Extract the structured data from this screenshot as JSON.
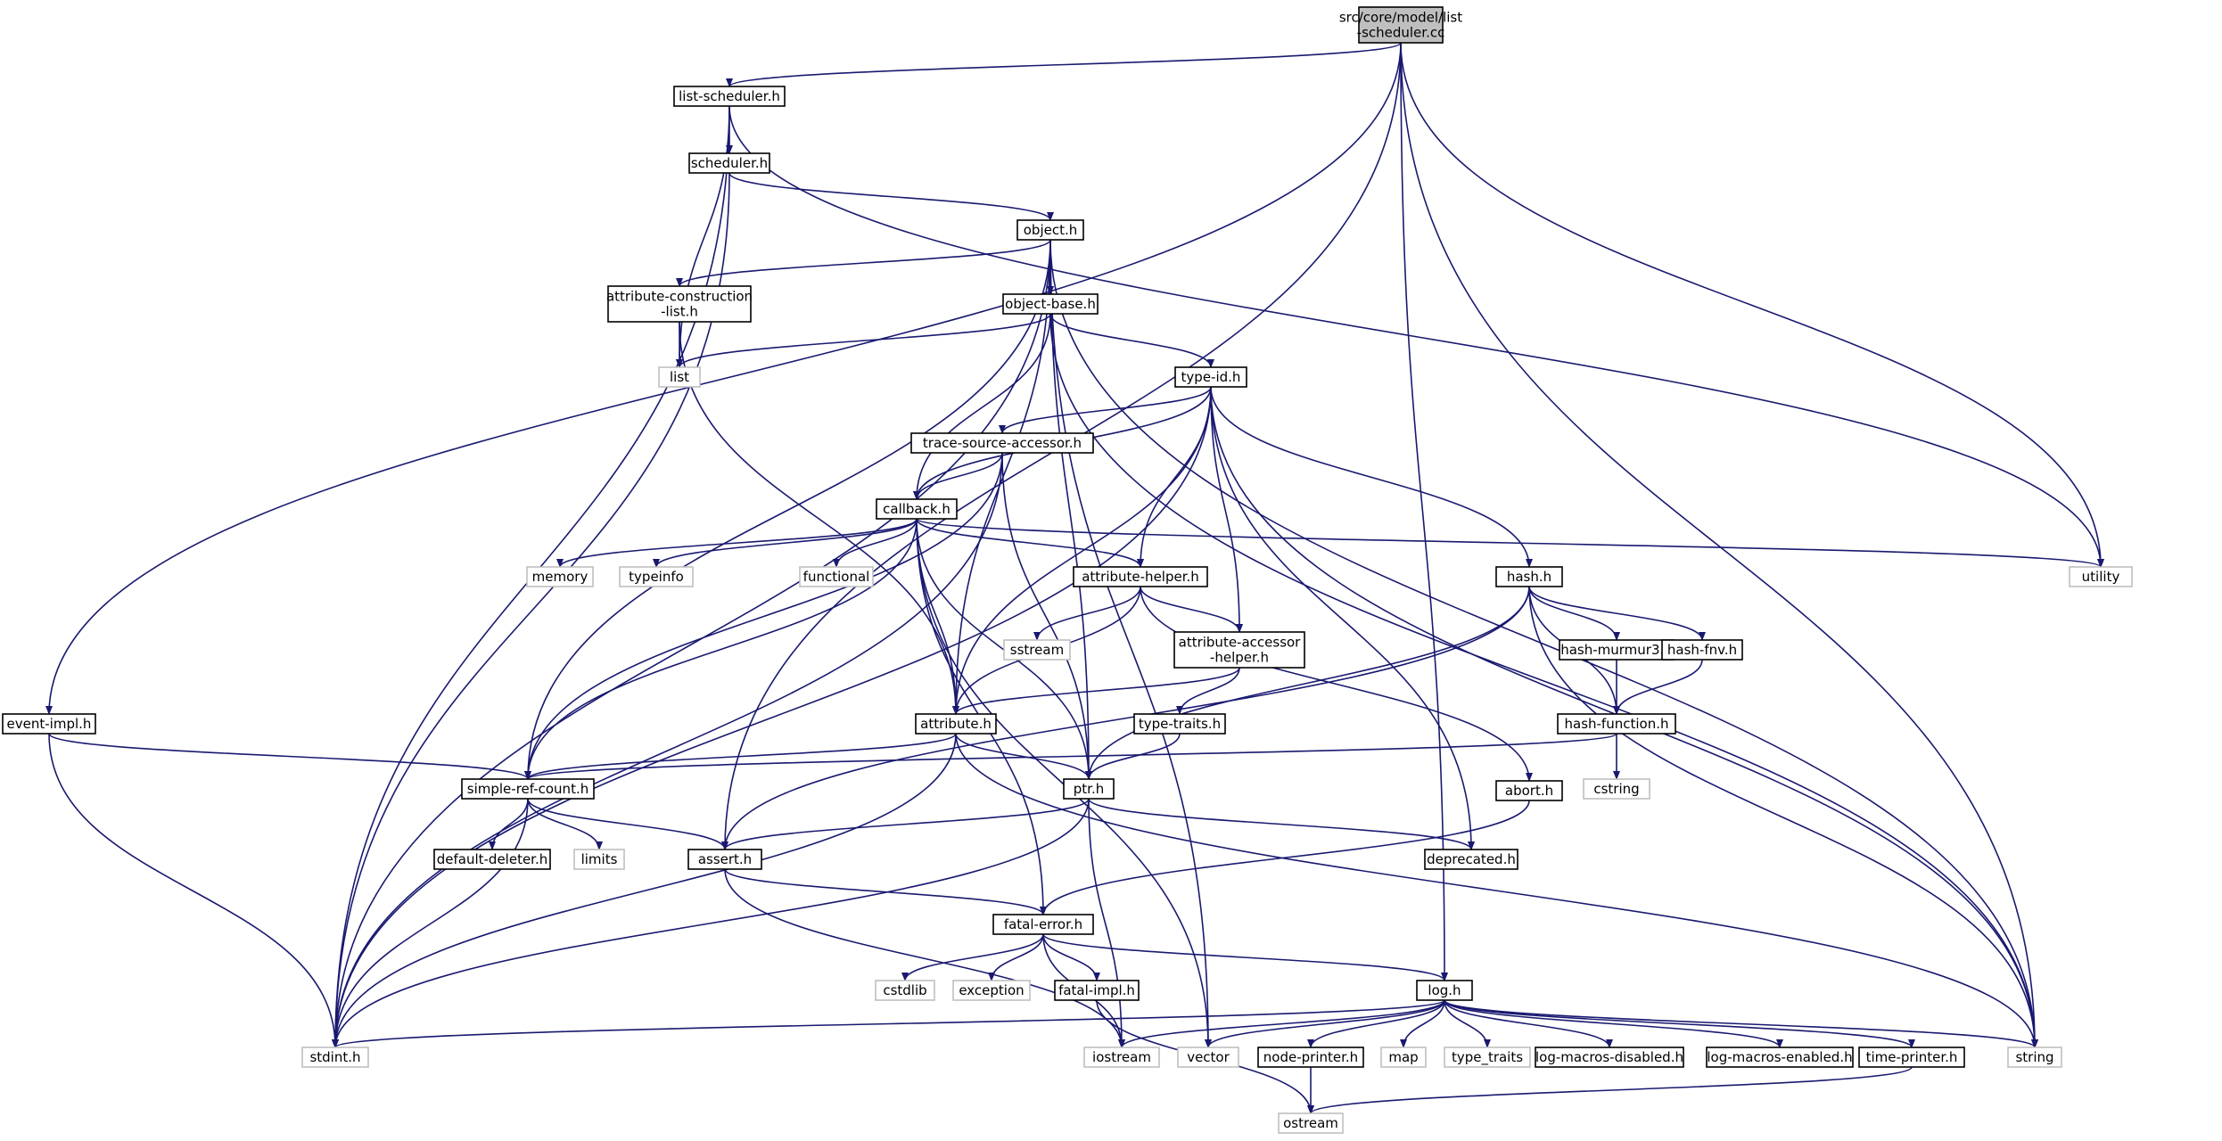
{
  "graph": {
    "colors": {
      "edge": "#191970",
      "local_box": "#000000",
      "system_box": "#bfbfbf",
      "root_fill": "#bfbfbf"
    },
    "nodes": [
      {
        "id": "root",
        "kind": "root",
        "lines": [
          "src/core/model/list",
          "-scheduler.cc"
        ]
      },
      {
        "id": "list_sched",
        "kind": "local",
        "lines": [
          "list-scheduler.h"
        ]
      },
      {
        "id": "scheduler",
        "kind": "local",
        "lines": [
          "scheduler.h"
        ]
      },
      {
        "id": "object",
        "kind": "local",
        "lines": [
          "object.h"
        ]
      },
      {
        "id": "attr_constr",
        "kind": "local",
        "lines": [
          "attribute-construction",
          "-list.h"
        ]
      },
      {
        "id": "object_base",
        "kind": "local",
        "lines": [
          "object-base.h"
        ]
      },
      {
        "id": "list",
        "kind": "system",
        "lines": [
          "list"
        ]
      },
      {
        "id": "type_id",
        "kind": "local",
        "lines": [
          "type-id.h"
        ]
      },
      {
        "id": "trace_src",
        "kind": "local",
        "lines": [
          "trace-source-accessor.h"
        ]
      },
      {
        "id": "callback",
        "kind": "local",
        "lines": [
          "callback.h"
        ]
      },
      {
        "id": "memory",
        "kind": "system",
        "lines": [
          "memory"
        ]
      },
      {
        "id": "typeinfo",
        "kind": "system",
        "lines": [
          "typeinfo"
        ]
      },
      {
        "id": "functional",
        "kind": "system",
        "lines": [
          "functional"
        ]
      },
      {
        "id": "attr_helper",
        "kind": "local",
        "lines": [
          "attribute-helper.h"
        ]
      },
      {
        "id": "hash",
        "kind": "local",
        "lines": [
          "hash.h"
        ]
      },
      {
        "id": "utility",
        "kind": "system",
        "lines": [
          "utility"
        ]
      },
      {
        "id": "sstream",
        "kind": "system",
        "lines": [
          "sstream"
        ]
      },
      {
        "id": "attr_acc",
        "kind": "local",
        "lines": [
          "attribute-accessor",
          "-helper.h"
        ]
      },
      {
        "id": "hash_murmur",
        "kind": "local",
        "lines": [
          "hash-murmur3.h"
        ]
      },
      {
        "id": "hash_fnv",
        "kind": "local",
        "lines": [
          "hash-fnv.h"
        ]
      },
      {
        "id": "event_impl",
        "kind": "local",
        "lines": [
          "event-impl.h"
        ]
      },
      {
        "id": "attribute",
        "kind": "local",
        "lines": [
          "attribute.h"
        ]
      },
      {
        "id": "type_traits_h",
        "kind": "local",
        "lines": [
          "type-traits.h"
        ]
      },
      {
        "id": "hash_function",
        "kind": "local",
        "lines": [
          "hash-function.h"
        ]
      },
      {
        "id": "simple_ref",
        "kind": "local",
        "lines": [
          "simple-ref-count.h"
        ]
      },
      {
        "id": "ptr",
        "kind": "local",
        "lines": [
          "ptr.h"
        ]
      },
      {
        "id": "abort",
        "kind": "local",
        "lines": [
          "abort.h"
        ]
      },
      {
        "id": "cstring",
        "kind": "system",
        "lines": [
          "cstring"
        ]
      },
      {
        "id": "default_deleter",
        "kind": "local",
        "lines": [
          "default-deleter.h"
        ]
      },
      {
        "id": "limits",
        "kind": "system",
        "lines": [
          "limits"
        ]
      },
      {
        "id": "assert",
        "kind": "local",
        "lines": [
          "assert.h"
        ]
      },
      {
        "id": "deprecated",
        "kind": "local",
        "lines": [
          "deprecated.h"
        ]
      },
      {
        "id": "fatal_error",
        "kind": "local",
        "lines": [
          "fatal-error.h"
        ]
      },
      {
        "id": "cstdlib",
        "kind": "system",
        "lines": [
          "cstdlib"
        ]
      },
      {
        "id": "exception",
        "kind": "system",
        "lines": [
          "exception"
        ]
      },
      {
        "id": "fatal_impl",
        "kind": "local",
        "lines": [
          "fatal-impl.h"
        ]
      },
      {
        "id": "log",
        "kind": "local",
        "lines": [
          "log.h"
        ]
      },
      {
        "id": "stdint",
        "kind": "system",
        "lines": [
          "stdint.h"
        ]
      },
      {
        "id": "iostream",
        "kind": "system",
        "lines": [
          "iostream"
        ]
      },
      {
        "id": "vector",
        "kind": "system",
        "lines": [
          "vector"
        ]
      },
      {
        "id": "node_printer",
        "kind": "local",
        "lines": [
          "node-printer.h"
        ]
      },
      {
        "id": "map",
        "kind": "system",
        "lines": [
          "map"
        ]
      },
      {
        "id": "type_traits",
        "kind": "system",
        "lines": [
          "type_traits"
        ]
      },
      {
        "id": "log_dis",
        "kind": "local",
        "lines": [
          "log-macros-disabled.h"
        ]
      },
      {
        "id": "log_en",
        "kind": "local",
        "lines": [
          "log-macros-enabled.h"
        ]
      },
      {
        "id": "time_printer",
        "kind": "local",
        "lines": [
          "time-printer.h"
        ]
      },
      {
        "id": "string",
        "kind": "system",
        "lines": [
          "string"
        ]
      },
      {
        "id": "ostream",
        "kind": "system",
        "lines": [
          "ostream"
        ]
      }
    ],
    "edges": [
      [
        "root",
        "list_sched"
      ],
      [
        "root",
        "event_impl"
      ],
      [
        "root",
        "assert"
      ],
      [
        "root",
        "utility"
      ],
      [
        "root",
        "log"
      ],
      [
        "root",
        "string"
      ],
      [
        "list_sched",
        "scheduler"
      ],
      [
        "list_sched",
        "list"
      ],
      [
        "list_sched",
        "stdint"
      ],
      [
        "list_sched",
        "utility"
      ],
      [
        "scheduler",
        "object"
      ],
      [
        "scheduler",
        "stdint"
      ],
      [
        "object",
        "attr_constr"
      ],
      [
        "object",
        "object_base"
      ],
      [
        "object",
        "simple_ref"
      ],
      [
        "object",
        "stdint"
      ],
      [
        "object",
        "attribute"
      ],
      [
        "object",
        "ptr"
      ],
      [
        "object",
        "vector"
      ],
      [
        "object",
        "string"
      ],
      [
        "attr_constr",
        "list"
      ],
      [
        "attr_constr",
        "attribute"
      ],
      [
        "object_base",
        "list"
      ],
      [
        "object_base",
        "type_id"
      ],
      [
        "object_base",
        "callback"
      ],
      [
        "object_base",
        "string"
      ],
      [
        "type_id",
        "trace_src"
      ],
      [
        "type_id",
        "callback"
      ],
      [
        "type_id",
        "attr_helper"
      ],
      [
        "type_id",
        "attr_acc"
      ],
      [
        "type_id",
        "attribute"
      ],
      [
        "type_id",
        "hash"
      ],
      [
        "type_id",
        "deprecated"
      ],
      [
        "type_id",
        "stdint"
      ],
      [
        "type_id",
        "string"
      ],
      [
        "trace_src",
        "callback"
      ],
      [
        "trace_src",
        "ptr"
      ],
      [
        "trace_src",
        "simple_ref"
      ],
      [
        "trace_src",
        "stdint"
      ],
      [
        "callback",
        "memory"
      ],
      [
        "callback",
        "typeinfo"
      ],
      [
        "callback",
        "functional"
      ],
      [
        "callback",
        "attr_helper"
      ],
      [
        "callback",
        "attribute"
      ],
      [
        "callback",
        "ptr"
      ],
      [
        "callback",
        "simple_ref"
      ],
      [
        "callback",
        "fatal_error"
      ],
      [
        "callback",
        "vector"
      ],
      [
        "callback",
        "utility"
      ],
      [
        "attr_helper",
        "sstream"
      ],
      [
        "attr_helper",
        "attr_acc"
      ],
      [
        "attr_helper",
        "attribute"
      ],
      [
        "attr_helper",
        "abort"
      ],
      [
        "attr_acc",
        "attribute"
      ],
      [
        "attr_acc",
        "type_traits_h"
      ],
      [
        "hash",
        "hash_murmur"
      ],
      [
        "hash",
        "hash_fnv"
      ],
      [
        "hash",
        "hash_function"
      ],
      [
        "hash",
        "ptr"
      ],
      [
        "hash",
        "assert"
      ],
      [
        "hash",
        "string"
      ],
      [
        "hash_murmur",
        "hash_function"
      ],
      [
        "hash_fnv",
        "hash_function"
      ],
      [
        "hash_function",
        "simple_ref"
      ],
      [
        "hash_function",
        "cstring"
      ],
      [
        "event_impl",
        "simple_ref"
      ],
      [
        "event_impl",
        "stdint"
      ],
      [
        "attribute",
        "simple_ref"
      ],
      [
        "attribute",
        "ptr"
      ],
      [
        "attribute",
        "stdint"
      ],
      [
        "attribute",
        "string"
      ],
      [
        "type_traits_h",
        "ptr"
      ],
      [
        "simple_ref",
        "default_deleter"
      ],
      [
        "simple_ref",
        "limits"
      ],
      [
        "simple_ref",
        "assert"
      ],
      [
        "simple_ref",
        "stdint"
      ],
      [
        "ptr",
        "assert"
      ],
      [
        "ptr",
        "deprecated"
      ],
      [
        "ptr",
        "iostream"
      ],
      [
        "ptr",
        "stdint"
      ],
      [
        "abort",
        "fatal_error"
      ],
      [
        "assert",
        "fatal_error"
      ],
      [
        "assert",
        "iostream"
      ],
      [
        "fatal_error",
        "cstdlib"
      ],
      [
        "fatal_error",
        "exception"
      ],
      [
        "fatal_error",
        "fatal_impl"
      ],
      [
        "fatal_error",
        "log"
      ],
      [
        "fatal_error",
        "iostream"
      ],
      [
        "fatal_impl",
        "ostream"
      ],
      [
        "log",
        "stdint"
      ],
      [
        "log",
        "iostream"
      ],
      [
        "log",
        "vector"
      ],
      [
        "log",
        "node_printer"
      ],
      [
        "log",
        "map"
      ],
      [
        "log",
        "type_traits"
      ],
      [
        "log",
        "log_dis"
      ],
      [
        "log",
        "log_en"
      ],
      [
        "log",
        "time_printer"
      ],
      [
        "log",
        "string"
      ],
      [
        "node_printer",
        "ostream"
      ],
      [
        "time_printer",
        "ostream"
      ]
    ]
  }
}
